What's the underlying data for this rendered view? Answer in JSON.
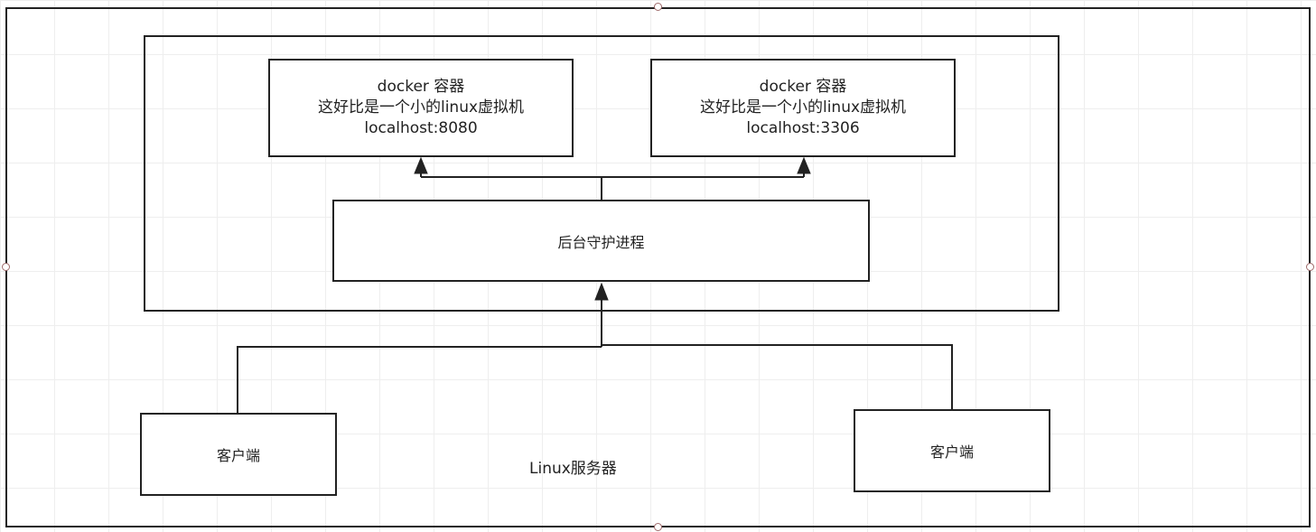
{
  "diagram": {
    "containers": [
      {
        "docker_label": "docker 容器",
        "desc": "这好比是一个小的linux虚拟机",
        "host": "localhost:8080"
      },
      {
        "docker_label": "docker 容器",
        "desc": "这好比是一个小的linux虚拟机",
        "host": "localhost:3306"
      }
    ],
    "daemon_label": "后台守护进程",
    "clients": [
      {
        "label": "客户端"
      },
      {
        "label": "客户端"
      }
    ],
    "server_label": "Linux服务器"
  }
}
